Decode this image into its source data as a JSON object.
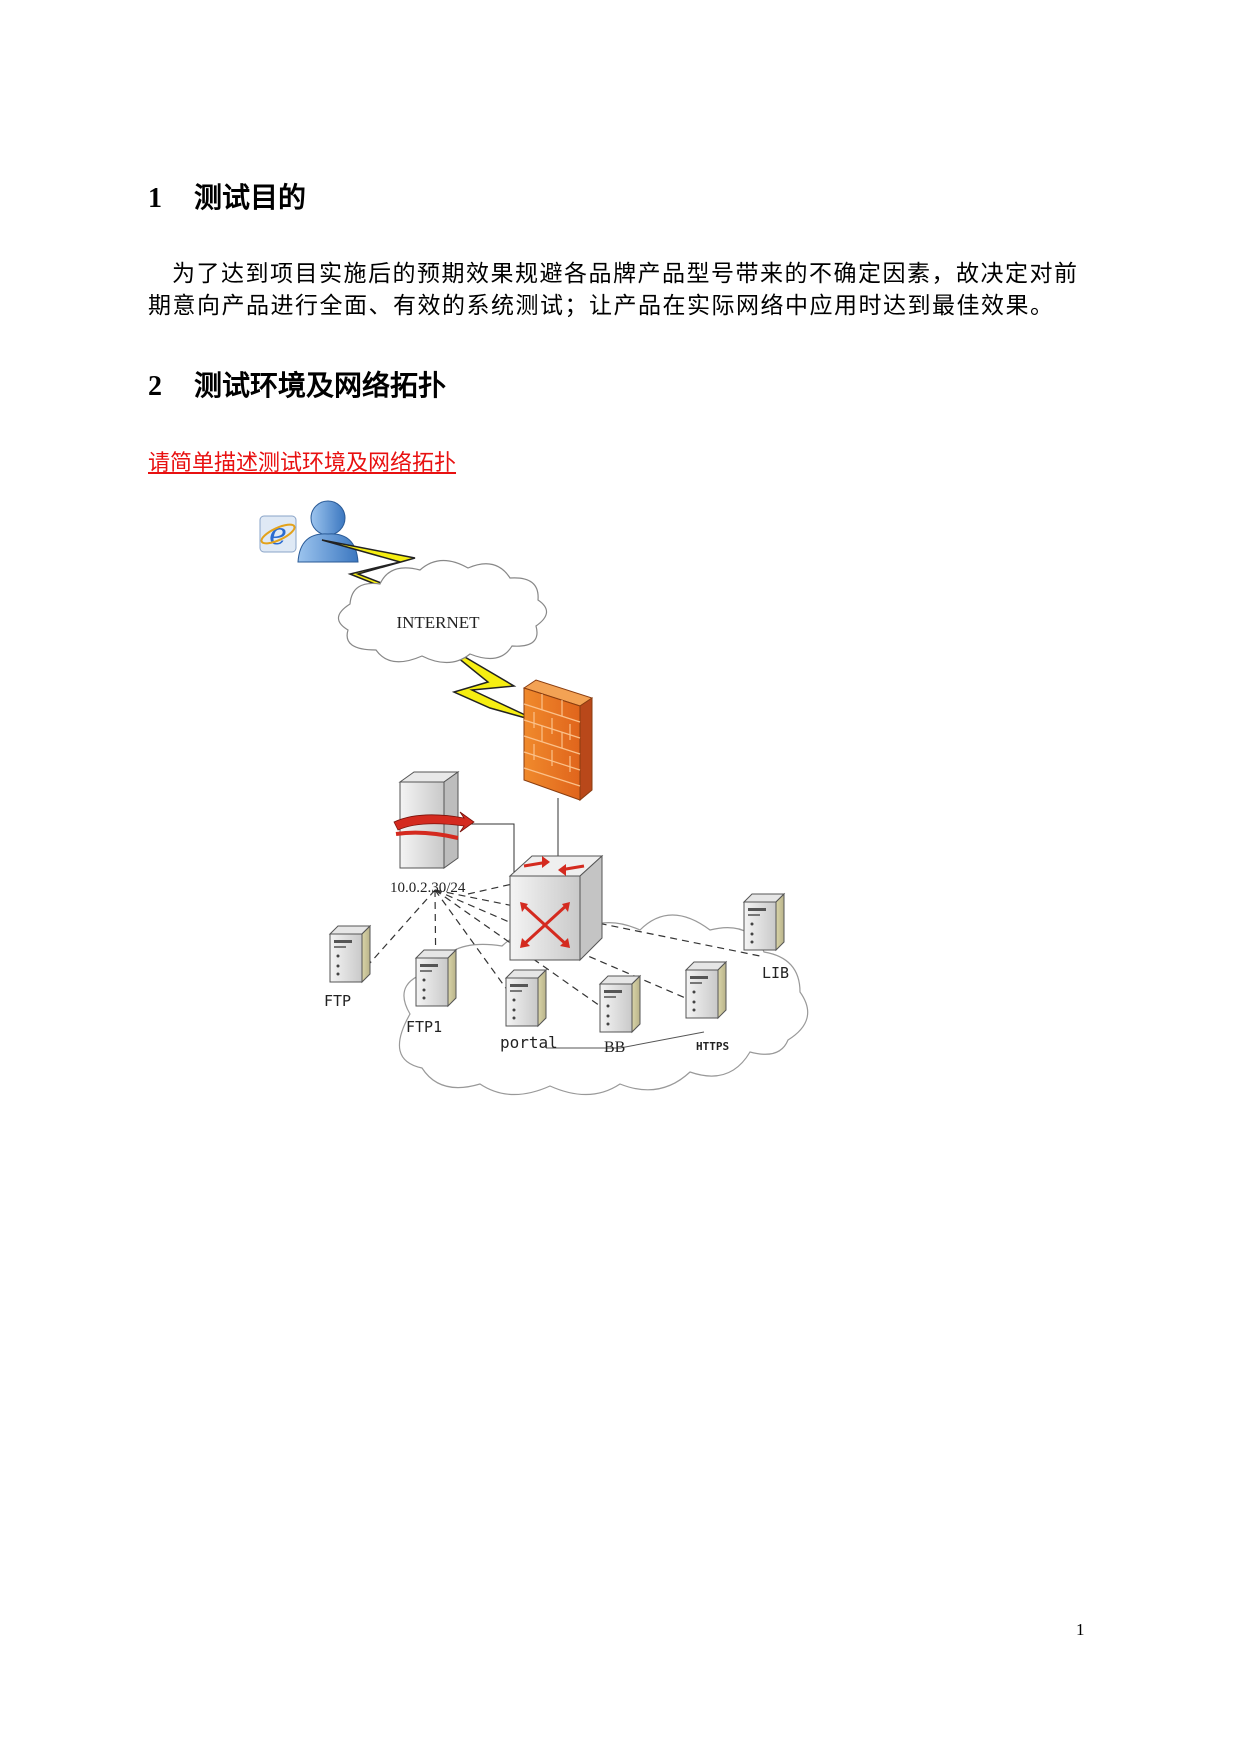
{
  "sections": [
    {
      "number": "1",
      "title": "测试目的"
    },
    {
      "number": "2",
      "title": "测试环境及网络拓扑"
    }
  ],
  "purpose_paragraph": "为了达到项目实施后的预期效果规避各品牌产品型号带来的不确定因素，故决定对前期意向产品进行全面、有效的系统测试；让产品在实际网络中应用时达到最佳效果。",
  "topology_note_link": "请简单描述测试环境及网络拓扑",
  "diagram": {
    "cloud_label": "INTERNET",
    "controller_ip": "10.0.2.30/24",
    "servers": [
      "FTP",
      "FTP1",
      "portal",
      "BB",
      "HTTPS",
      "LIB"
    ]
  },
  "page_number": "1"
}
